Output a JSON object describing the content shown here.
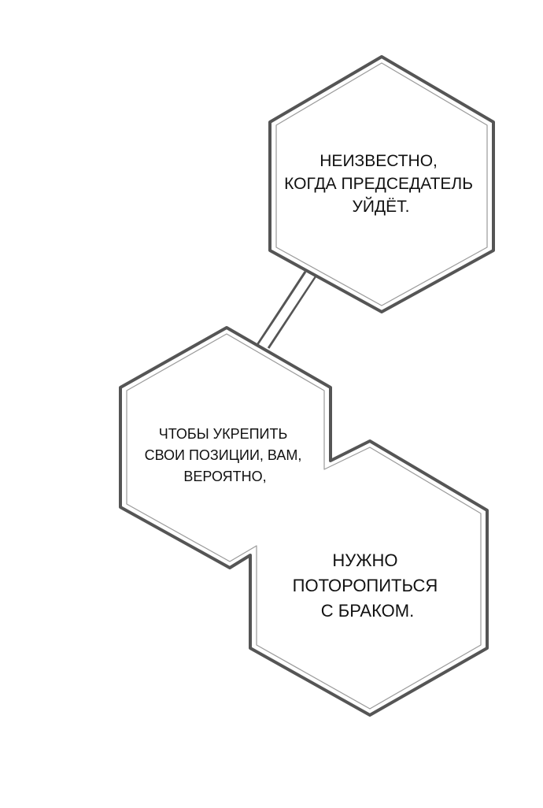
{
  "bubbles": {
    "top": {
      "lines": [
        "НЕИЗВЕСТНО,",
        "КОГДА ПРЕДСЕДАТЕЛЬ",
        "УЙДЁТ."
      ]
    },
    "middle": {
      "lines": [
        "ЧТОБЫ УКРЕПИТЬ",
        "СВОИ ПОЗИЦИИ, ВАМ,",
        "ВЕРОЯТНО,"
      ]
    },
    "bottom": {
      "lines": [
        "НУЖНО",
        "ПОТОРОПИТЬСЯ",
        "С БРАКОМ."
      ]
    }
  }
}
